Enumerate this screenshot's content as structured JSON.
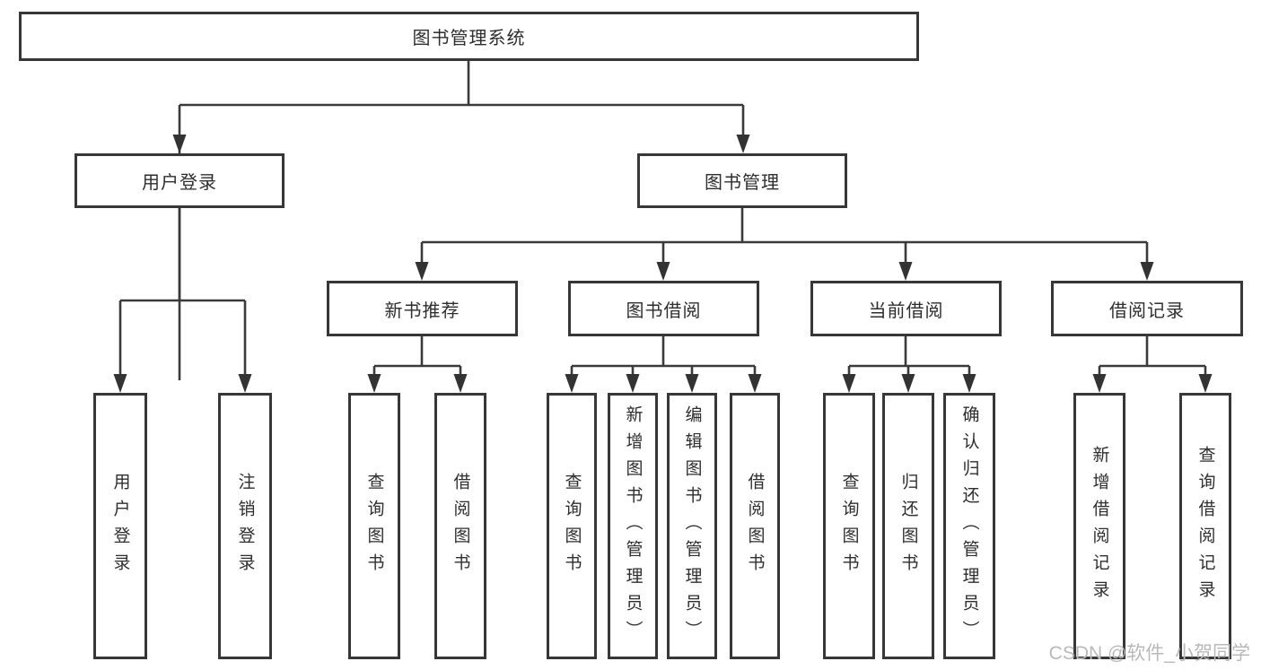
{
  "diagram": {
    "type": "tree-diagram",
    "title": "图书管理系统",
    "watermark": "CSDN @软件_小贺同学",
    "colors": {
      "line": "#3a3a3a",
      "box_border": "#373737",
      "text": "#2e2e2e",
      "background": "#ffffff",
      "watermark": "#b9b9b9"
    },
    "nodes": {
      "root": {
        "label": "图书管理系统"
      },
      "user_login": {
        "label": "用户登录"
      },
      "book_mgmt": {
        "label": "图书管理"
      },
      "new_book_rec": {
        "label": "新书推荐"
      },
      "book_borrow": {
        "label": "图书借阅"
      },
      "current_borrow": {
        "label": "当前借阅"
      },
      "borrow_record": {
        "label": "借阅记录"
      },
      "leaf_user_login": {
        "label": "用户登录"
      },
      "leaf_logout": {
        "label": "注销登录"
      },
      "leaf_query_book_rec": {
        "label": "查询图书"
      },
      "leaf_borrow_book_rec": {
        "label": "借阅图书"
      },
      "leaf_query_book_borrow": {
        "label": "查询图书"
      },
      "leaf_add_book": {
        "label": "新增图书（管理员）"
      },
      "leaf_edit_book": {
        "label": "编辑图书（管理员）"
      },
      "leaf_borrow_book_borrow": {
        "label": "借阅图书"
      },
      "leaf_query_book_current": {
        "label": "查询图书"
      },
      "leaf_return_book": {
        "label": "归还图书"
      },
      "leaf_confirm_return": {
        "label": "确认归还（管理员）"
      },
      "leaf_add_borrow_record": {
        "label": "新增借阅记录"
      },
      "leaf_query_borrow_record": {
        "label": "查询借阅记录"
      }
    },
    "hierarchy": {
      "图书管理系统": {
        "用户登录": [
          "用户登录",
          "注销登录"
        ],
        "图书管理": {
          "新书推荐": [
            "查询图书",
            "借阅图书"
          ],
          "图书借阅": [
            "查询图书",
            "新增图书（管理员）",
            "编辑图书（管理员）",
            "借阅图书"
          ],
          "当前借阅": [
            "查询图书",
            "归还图书",
            "确认归还（管理员）"
          ],
          "借阅记录": [
            "新增借阅记录",
            "查询借阅记录"
          ]
        }
      }
    }
  }
}
